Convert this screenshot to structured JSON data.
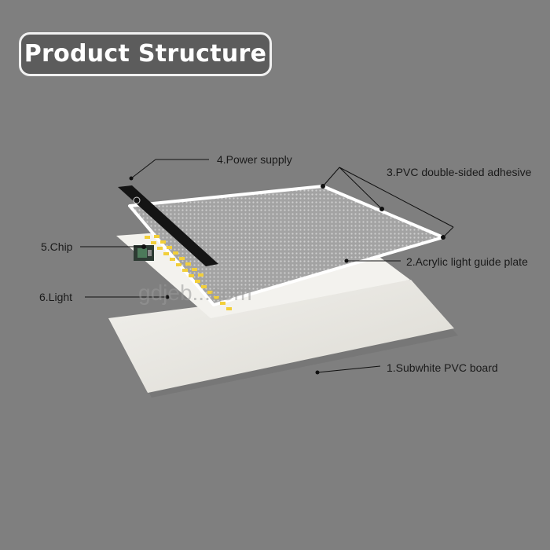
{
  "title": "Product Structure",
  "watermark": "gdjeb...com",
  "labels": {
    "power_supply": "4.Power supply",
    "pvc_adhesive": "3.PVC double-sided adhesive",
    "chip": "5.Chip",
    "acrylic_plate": "2.Acrylic light guide plate",
    "light": "6.Light",
    "subwhite_board": "1.Subwhite PVC board"
  },
  "colors": {
    "background": "#7f7f7f",
    "title_fill": "#5c5c5c",
    "title_border": "#f1f1f1",
    "board": "#e7e5df",
    "acrylic": "#9c9c9c",
    "led": "#f2cf3a",
    "power_strip": "#141414",
    "leader_line": "#111111"
  }
}
